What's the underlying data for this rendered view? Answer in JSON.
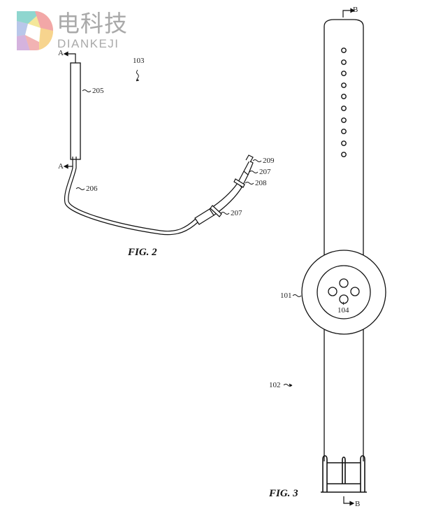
{
  "watermark": {
    "logo_icon": "dianke-d-logo-icon",
    "name_cn": "电科技",
    "name_en": "DIANKEJI",
    "colors": [
      "#8fd6cf",
      "#f2a7a7",
      "#f7d48e",
      "#b9c7ea",
      "#d5b3de",
      "#f4e79a"
    ]
  },
  "fig2": {
    "caption": "FIG. 2",
    "section_marker_top": "A",
    "section_marker_bottom": "A",
    "labels": {
      "assembly": "103",
      "rigid_segment": "205",
      "cable": "206",
      "sleeve_upper": "207",
      "sleeve_lower": "207",
      "band_clip": "208",
      "tip": "209"
    }
  },
  "fig3": {
    "caption": "FIG. 3",
    "section_marker_top": "B",
    "section_marker_bottom": "B",
    "strap_hole_count": 10,
    "sensor_count": 4,
    "labels": {
      "housing": "101",
      "strap": "102",
      "sensor": "104"
    }
  },
  "colors": {
    "line": "#111111",
    "background": "#ffffff",
    "watermark_text": "#a9a9a9"
  }
}
